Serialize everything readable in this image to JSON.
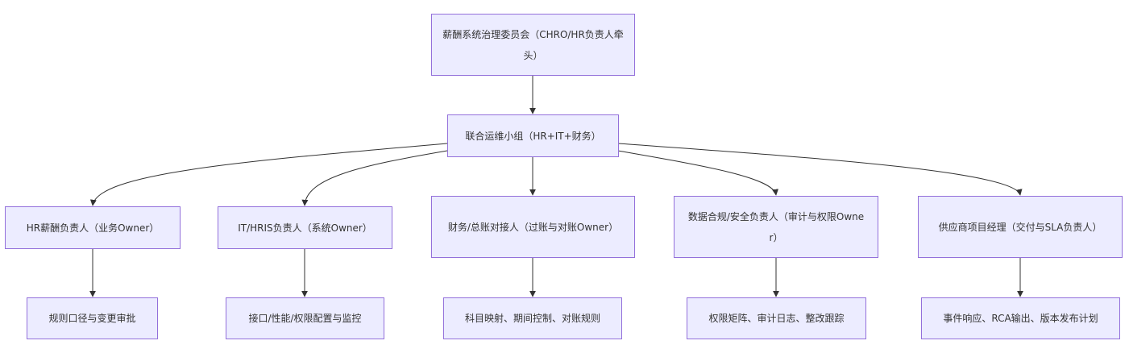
{
  "nodes": {
    "root": "薪酬系统治理委员会（CHRO/HR负责人牵头）",
    "joint": "联合运维小组（HR+IT+财务）",
    "hr": "HR薪酬负责人（业务Owner）",
    "it": "IT/HRIS负责人（系统Owner）",
    "finance": "财务/总账对接人（过账与对账Owner）",
    "compliance": "数据合规/安全负责人（审计与权限Owner）",
    "vendor": "供应商项目经理（交付与SLA负责人）",
    "hr_task": "规则口径与变更审批",
    "it_task": "接口/性能/权限配置与监控",
    "finance_task": "科目映射、期间控制、对账规则",
    "compliance_task": "权限矩阵、审计日志、整改跟踪",
    "vendor_task": "事件响应、RCA输出、版本发布计划"
  },
  "colors": {
    "node_fill": "#ececff",
    "node_border": "#9370db",
    "edge": "#333333",
    "text": "#333333"
  }
}
